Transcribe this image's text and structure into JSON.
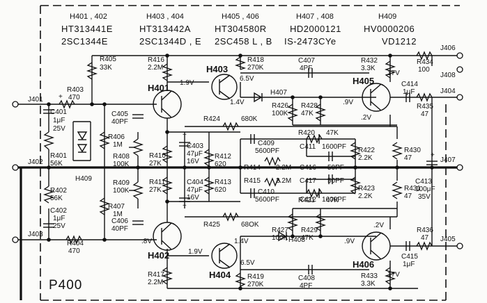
{
  "header": {
    "labels": [
      "H401 , 402",
      "H403 , 404",
      "H405 , 406",
      "H407 , 408",
      "H409"
    ],
    "parts": [
      "HT313441E",
      "HT313442A",
      "HT304580R",
      "HD2000121",
      "HV0000206"
    ],
    "equivs": [
      "2SC1344E",
      "2SC1344D , E",
      "2SC458 L , B",
      "IS-2473CYe",
      "VD1212"
    ]
  },
  "board_title": "P400",
  "transistors": [
    "H401",
    "H402",
    "H403",
    "H404",
    "H405",
    "H406"
  ],
  "diodes": [
    "H407",
    "H408",
    "H409"
  ],
  "terminals": [
    "J401",
    "J402",
    "J403",
    "J404",
    "J405",
    "J406",
    "J407",
    "J408"
  ],
  "components": {
    "R403": [
      "R403",
      "470"
    ],
    "R401": [
      "R401",
      "56K"
    ],
    "R402": [
      "R402",
      "56K"
    ],
    "R404": [
      "R404",
      "470"
    ],
    "C401": [
      "C401",
      "1μF",
      "25V"
    ],
    "C402": [
      "C402",
      "1μF",
      "25V"
    ],
    "R405": [
      "R405",
      "33K"
    ],
    "R406": [
      "R406",
      "1M"
    ],
    "R407": [
      "R407",
      "1M"
    ],
    "R408": [
      "R408",
      "100K"
    ],
    "R409": [
      "R409",
      "100K"
    ],
    "C405": [
      "C405",
      "40PF"
    ],
    "C406": [
      "C406",
      "40PF"
    ],
    "R416": [
      "R416",
      "2.2M"
    ],
    "R417": [
      "R417",
      "2.2M"
    ],
    "R410": [
      "R410",
      "27K"
    ],
    "R411": [
      "R411",
      "27K"
    ],
    "C403": [
      "C403",
      "47μF",
      "16V"
    ],
    "C404": [
      "C404",
      "47μF",
      "16V"
    ],
    "R412": [
      "R412",
      "620"
    ],
    "R413": [
      "R413",
      "620"
    ],
    "R418": [
      "R418",
      "270K"
    ],
    "R419": [
      "R419",
      "270K"
    ],
    "R424": [
      "R424",
      "680K"
    ],
    "R425": [
      "R425",
      "68OK"
    ],
    "R426": [
      "R426",
      "100K"
    ],
    "R427": [
      "R427",
      "100K"
    ],
    "R428": [
      "R428",
      "47K"
    ],
    "R429": [
      "R429",
      "47K"
    ],
    "C407": [
      "C407",
      "4PF"
    ],
    "C408": [
      "C408",
      "4PF"
    ],
    "R420": [
      "R420",
      "47K"
    ],
    "R421": [
      "R421",
      "47K"
    ],
    "C409": [
      "C409",
      "5600PF"
    ],
    "C410": [
      "C410",
      "5600PF"
    ],
    "C411": [
      "C411",
      "1600PF"
    ],
    "C412": [
      "C412",
      "1600PF"
    ],
    "C416": [
      "C416",
      "50PF"
    ],
    "C417": [
      "C417",
      "50PF"
    ],
    "R414": [
      "R414",
      "2.2M"
    ],
    "R415": [
      "R415",
      "2.2M"
    ],
    "R422": [
      "R422",
      "2.2K"
    ],
    "R423": [
      "R423",
      "2.2K"
    ],
    "R430": [
      "R430",
      "47"
    ],
    "R431": [
      "R431",
      "47"
    ],
    "R432": [
      "R432",
      "3.3K"
    ],
    "R433": [
      "R433",
      "3.3K"
    ],
    "R434": [
      "R434",
      "100"
    ],
    "C414": [
      "C414",
      "1μF"
    ],
    "C415": [
      "C415",
      "1μF"
    ],
    "R435": [
      "R435",
      "47"
    ],
    "R436": [
      "R436",
      "47"
    ],
    "C413": [
      "C413",
      "100μF",
      "35V"
    ]
  },
  "voltages": {
    "v_h401_c": "1.9V",
    "v_h403_e": "6.5V",
    "v_h403_b": "1.4V",
    "v_h405_c": "17V",
    "v_h405_b": ".9V",
    "v_h405_e": ".2V",
    "v_h402_b": ".8V",
    "v_h402_c": "1.9V",
    "v_h404_b": "1.4V",
    "v_h404_e": "6.5V",
    "v_h406_e": ".2V",
    "v_h406_b": ".9V",
    "v_h406_c": "17V"
  },
  "polarity_plus": "+"
}
